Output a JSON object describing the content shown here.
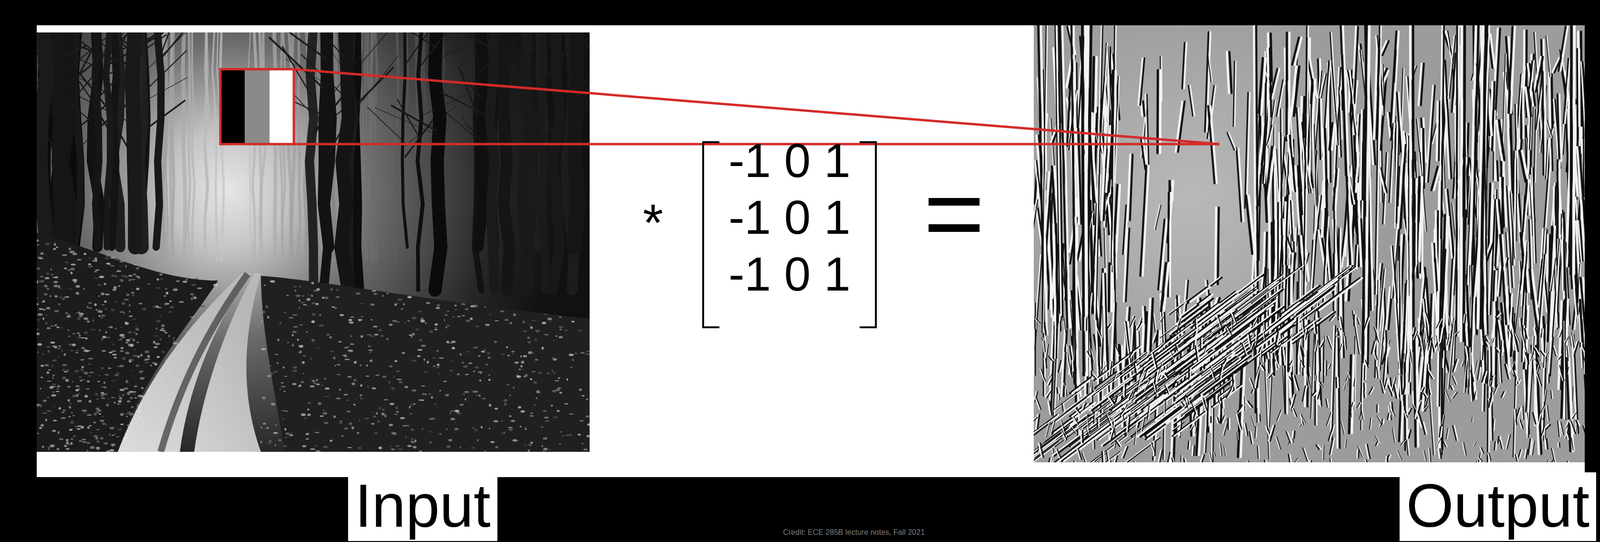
{
  "diagram": {
    "labels": [
      "-1 0 1",
      "*",
      "-1 0 1",
      "=",
      "-1 0 1",
      "Input",
      "Credit: ECE 285B lecture notes, Fall 2021",
      "Output"
    ]
  }
}
